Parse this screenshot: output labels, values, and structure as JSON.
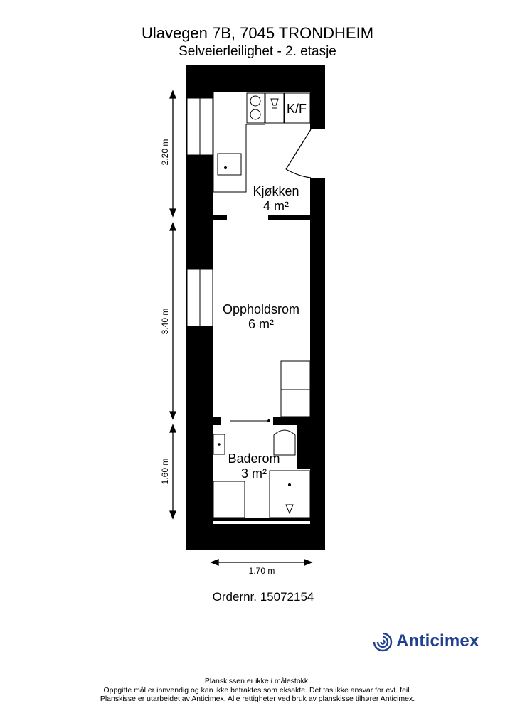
{
  "header": {
    "title": "Ulavegen 7B, 7045 TRONDHEIM",
    "subtitle": "Selveierleilighet - 2. etasje"
  },
  "rooms": [
    {
      "id": "kitchen",
      "name": "Kjøkken",
      "area": "4 m²"
    },
    {
      "id": "living",
      "name": "Oppholdsrom",
      "area": "6 m²"
    },
    {
      "id": "bath",
      "name": "Baderom",
      "area": "3 m²"
    }
  ],
  "labels": {
    "kf": "K/F"
  },
  "dimensions": {
    "kitchen_height": "2.20 m",
    "living_height": "3.40 m",
    "bath_height": "1.60 m",
    "width": "1.70 m"
  },
  "order": "Ordernr. 15072154",
  "brand": {
    "name": "Anticimex",
    "color": "#1f3f8f"
  },
  "footer": [
    "Planskissen er ikke i målestokk.",
    "Oppgitte mål er innvendig og kan ikke betraktes som eksakte. Det tas ikke ansvar for evt. feil.",
    "Planskisse er utarbeidet av Anticimex. Alle rettigheter ved bruk av planskisse tilhører Anticimex."
  ]
}
